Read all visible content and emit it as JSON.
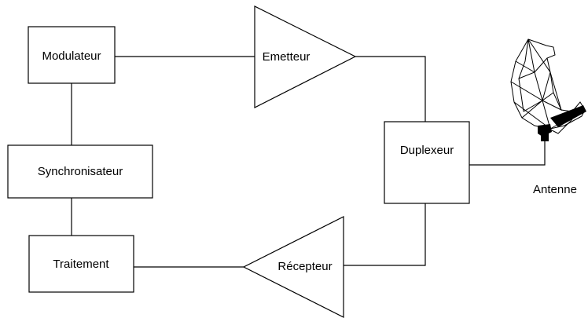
{
  "blocks": {
    "modulateur": "Modulateur",
    "synchronisateur": "Synchronisateur",
    "traitement": "Traitement",
    "emetteur": "Emetteur",
    "recepteur": "Récepteur",
    "duplexeur": "Duplexeur",
    "antenne": "Antenne"
  },
  "colors": {
    "line": "#000000",
    "background": "#ffffff"
  },
  "icons": {
    "antenna": "dish-antenna-icon"
  }
}
